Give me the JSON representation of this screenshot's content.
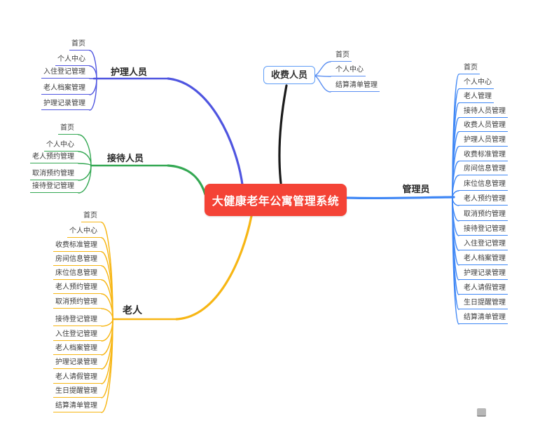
{
  "central": {
    "label": "大健康老年公寓管理系统",
    "bg_color": "#f44336",
    "text_color": "#ffffff"
  },
  "branches": [
    {
      "id": "nursing-staff",
      "label": "护理人员",
      "color": "#4f55e0",
      "children": [
        "首页",
        "个人中心",
        "入住登记管理",
        "老人档案管理",
        "护理记录管理"
      ]
    },
    {
      "id": "reception-staff",
      "label": "接待人员",
      "color": "#34a853",
      "children": [
        "首页",
        "个人中心",
        "老人预约管理",
        "取消预约管理",
        "接待登记管理"
      ]
    },
    {
      "id": "elderly",
      "label": "老人",
      "color": "#f7b614",
      "children": [
        "首页",
        "个人中心",
        "收费标准管理",
        "房间信息管理",
        "床位信息管理",
        "老人预约管理",
        "取消预约管理",
        "接待登记管理",
        "入住登记管理",
        "老人档案管理",
        "护理记录管理",
        "老人请假管理",
        "生日提醒管理",
        "结算清单管理"
      ]
    },
    {
      "id": "fee-staff",
      "label": "收费人员",
      "color": "#1a1a1a",
      "box_border_color": "#5f9df6",
      "child_color": "#5b8ff2",
      "children": [
        "首页",
        "个人中心",
        "结算清单管理"
      ]
    },
    {
      "id": "admin",
      "label": "管理员",
      "color": "#3f87f5",
      "children": [
        "首页",
        "个人中心",
        "老人管理",
        "接待人员管理",
        "收费人员管理",
        "护理人员管理",
        "收费标准管理",
        "房间信息管理",
        "床位信息管理",
        "老人预约管理",
        "取消预约管理",
        "接待登记管理",
        "入住登记管理",
        "老人档案管理",
        "护理记录管理",
        "老人请假管理",
        "生日提醒管理",
        "结算清单管理"
      ]
    }
  ]
}
